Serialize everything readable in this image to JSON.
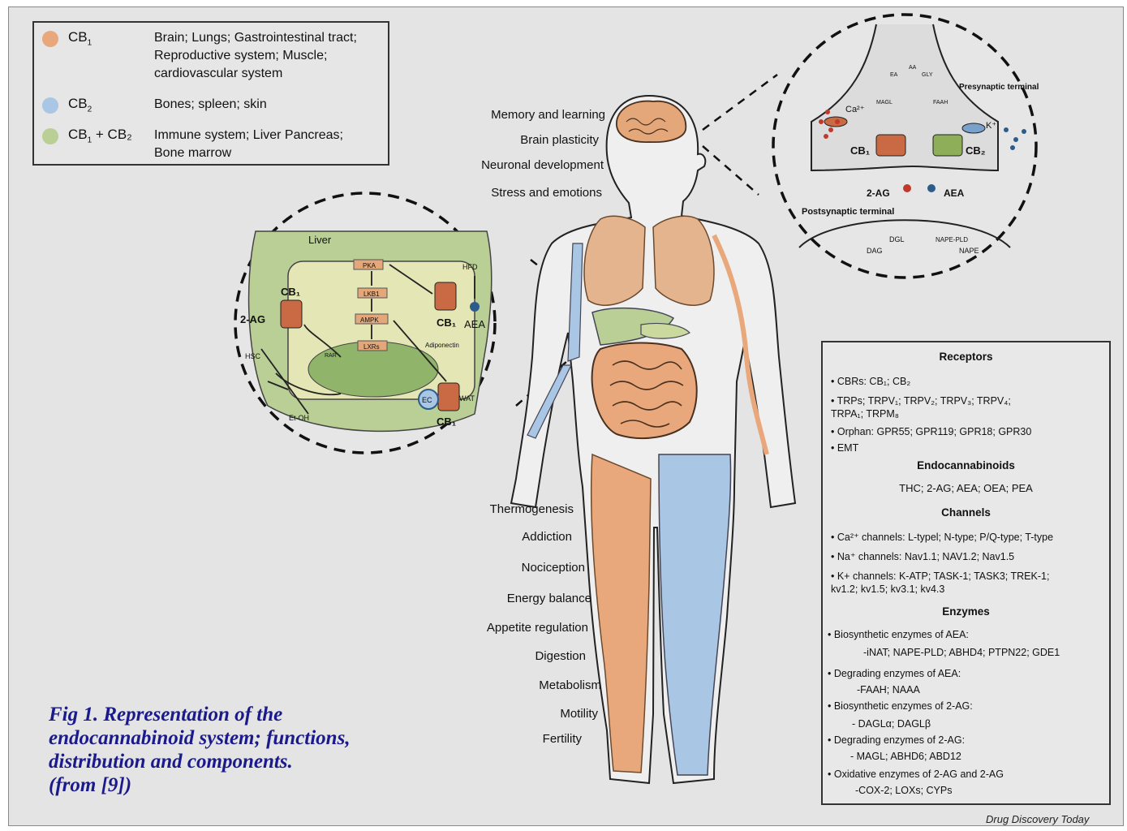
{
  "legend": [
    {
      "key": "CB",
      "sub": "1",
      "suffix": "",
      "color": "#e8a87c",
      "lines": [
        "Brain; Lungs; Gastrointestinal tract;",
        "Reproductive system; Muscle;",
        "cardiovascular system"
      ]
    },
    {
      "key": "CB",
      "sub": "2",
      "suffix": "",
      "color": "#a9c6e4",
      "lines": [
        "Bones; spleen; skin"
      ]
    },
    {
      "key": "CB",
      "sub": "1",
      "suffix": " + CB₂",
      "color": "#b9cf95",
      "lines": [
        "Immune system; Liver Pancreas;",
        "Bone marrow"
      ]
    }
  ],
  "functions": {
    "upper": [
      "Memory and learning",
      "Brain plasticity",
      "Neuronal development",
      "Stress and emotions"
    ],
    "lower": [
      "Thermogenesis",
      "Addiction",
      "Nociception",
      "Energy balance",
      "Appetite regulation",
      "Digestion",
      "Metabolism",
      "Motility",
      "Fertility"
    ]
  },
  "liver_inset": {
    "title": "Liver",
    "labels": {
      "cb1_left": "CB₁",
      "two_ag": "2-AG",
      "hsc": "HSC",
      "etoh": "Et-OH",
      "pka": "PKA",
      "lkb1": "LKB1",
      "ampk": "AMPK",
      "lxrs": "LXRs",
      "rar": "RAR",
      "adiponectin": "Adiponectin",
      "hfd": "HFD",
      "aea": "AEA",
      "cb1_right": "CB₁",
      "cb1_bottom": "CB₁",
      "wat": "WAT",
      "ec": "EC"
    }
  },
  "synapse_inset": {
    "labels": {
      "presynaptic": "Presynaptic terminal",
      "postsynaptic": "Postsynaptic terminal",
      "ca": "Ca²⁺",
      "k": "K⁺",
      "cb1": "CB₁",
      "cb2": "CB₂",
      "two_ag": "2-AG",
      "aea": "AEA",
      "dgl": "DGL",
      "dag": "DAG",
      "nape_pld": "NAPE-PLD",
      "nape": "NAPE",
      "ea": "EA",
      "aa": "AA",
      "gly": "GLY",
      "magl": "MAGL",
      "faah": "FAAH"
    }
  },
  "info": {
    "receptors_title": "Receptors",
    "receptors": [
      "• CBRs: CB₁; CB₂",
      "• TRPs; TRPV₁; TRPV₂; TRPV₃; TRPV₄;",
      "TRPA₁; TRPM₈",
      "• Orphan: GPR55; GPR119; GPR18; GPR30",
      "• EMT"
    ],
    "endo_title": "Endocannabinoids",
    "endo": "THC; 2-AG; AEA; OEA; PEA",
    "channels_title": "Channels",
    "channels": [
      "• Ca²⁺ channels: L-typel; N-type; P/Q-type; T-type",
      "• Na⁺ channels: Nav1.1; NAV1.2; Nav1.5",
      "• K+ channels: K-ATP; TASK-1; TASK3; TREK-1;",
      "kv1.2; kv1.5; kv3.1; kv4.3"
    ],
    "enzymes_title": "Enzymes",
    "enzymes": [
      {
        "head": "• Biosynthetic enzymes of AEA:",
        "body": "-iNAT; NAPE-PLD; ABHD4; PTPN22; GDE1"
      },
      {
        "head": "• Degrading enzymes of AEA:",
        "body": "-FAAH; NAAA"
      },
      {
        "head": "• Biosynthetic enzymes of 2-AG:",
        "body": "- DAGLα; DAGLβ"
      },
      {
        "head": "• Degrading enzymes of 2-AG:",
        "body": "- MAGL; ABHD6; ABD12"
      },
      {
        "head": "• Oxidative enzymes of 2-AG and 2-AG",
        "body": "-COX-2; LOXs; CYPs"
      }
    ]
  },
  "caption": [
    "Fig 1. Representation of the",
    "endocannabinoid system; functions,",
    "distribution and components.",
    "(from [9])"
  ],
  "credit": "Drug Discovery Today",
  "colors": {
    "cb1": "#e8a87c",
    "cb2": "#a9c6e4",
    "both": "#b9cf95",
    "caption": "#1a1a8c"
  }
}
